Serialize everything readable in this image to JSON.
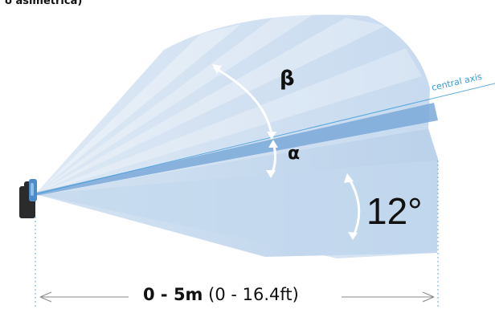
{
  "caption": "o asimétrica)",
  "labels": {
    "beta": "β",
    "alpha": "α",
    "angle": "12°",
    "axis": "central axis"
  },
  "range": {
    "primary": "0 - 5m",
    "secondary": "(0 - 16.4ft)"
  },
  "colors": {
    "beam_light": "#c9dcef",
    "beam_mid": "#a9c7e6",
    "axis_band": "#7aa9d8",
    "axis_text": "#3a9ad9",
    "device": "#2b2b2b",
    "device_accent": "#4d8ac8"
  }
}
